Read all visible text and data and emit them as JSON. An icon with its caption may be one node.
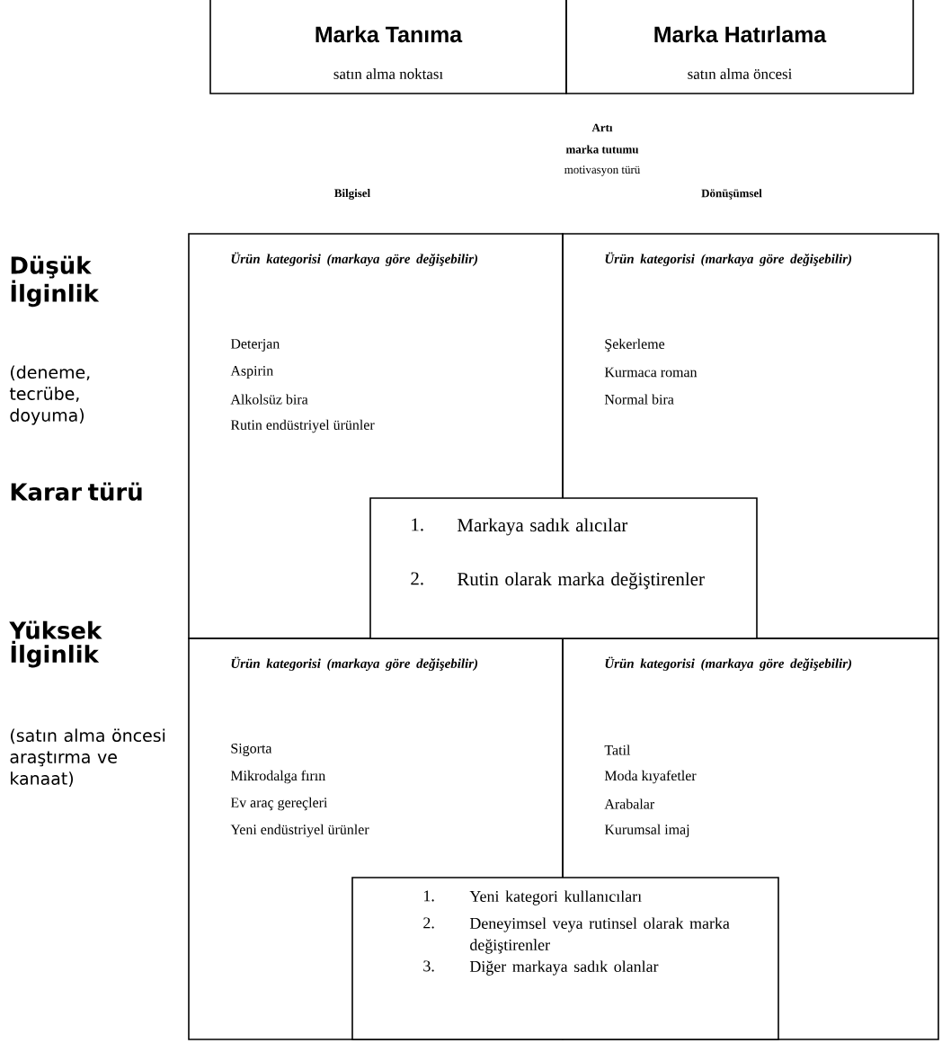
{
  "diagram": {
    "nodes": [
      {
        "text": [
          "Marka Tanıma",
          "satın alma noktası"
        ]
      },
      {
        "text": [
          "Marka Hatırlama",
          "satın alma öncesi"
        ]
      },
      {
        "text": [
          "Ürün kategorisi (markaya göre değişebilir)",
          "Deterjan",
          "Aspirin",
          "Alkolsüz bira",
          "Rutin endüstriyel ürünler"
        ]
      },
      {
        "text": [
          "Ürün kategorisi (markaya göre değişebilir)",
          "Şekerleme",
          "Kurmaca roman",
          "Normal bira"
        ]
      },
      {
        "text": [
          "Ürün kategorisi (markaya göre değişebilir)",
          "Sigorta",
          "Mikrodalga fırın",
          "Ev araç gereçleri",
          "Yeni endüstriyel ürünler"
        ]
      },
      {
        "text": [
          "Ürün kategorisi (markaya göre değişebilir)",
          "Tatil",
          "Moda kıyafetler",
          "Arabalar",
          "Kurumsal imaj"
        ]
      },
      {
        "text": [
          "1.",
          "Markaya sadık alıcılar",
          "2.",
          "Rutin olarak marka değiştirenler"
        ]
      },
      {
        "text": [
          "1.",
          "Yeni kategori kullanıcıları",
          "2.",
          "Deneyimsel veya rutinsel olarak marka değiştirenler",
          "3.",
          "Diğer markaya sadık olanlar"
        ]
      }
    ],
    "labels": [
      "Artı",
      "marka tutumu",
      "motivasyon türü",
      "Bilgisel",
      "Dönüşümsel",
      "Düşük İlginlik",
      "(deneme, tecrübe, doyuma)",
      "Karar türü",
      "Yüksek İlginlik",
      "(satın alma öncesi araştırma ve kanaat)"
    ]
  }
}
